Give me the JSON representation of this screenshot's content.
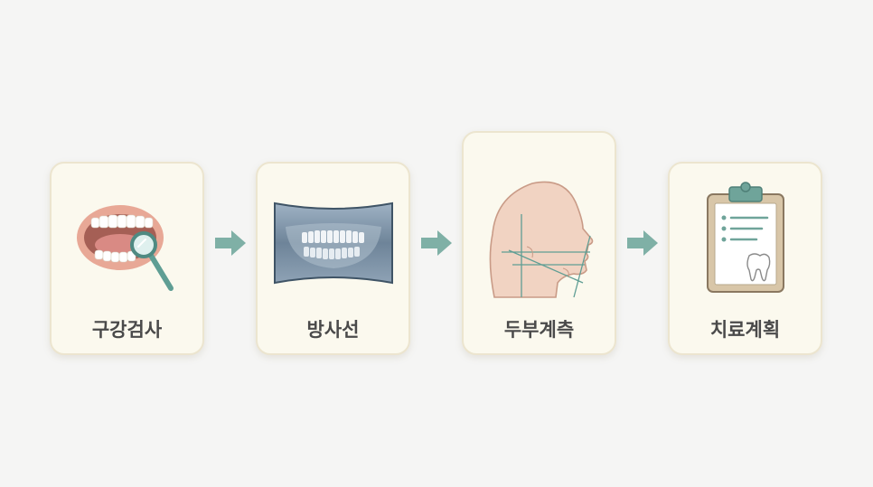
{
  "steps": [
    {
      "label": "구강검사",
      "icon": "oral-exam-icon"
    },
    {
      "label": "방사선",
      "icon": "panoramic-xray-icon"
    },
    {
      "label": "두부계측",
      "icon": "cephalometric-head-icon"
    },
    {
      "label": "치료계획",
      "icon": "treatment-plan-clipboard-icon"
    }
  ],
  "colors": {
    "card_bg": "#fbf9ee",
    "card_border": "#ece5cf",
    "arrow": "#7fb0a6",
    "label": "#4a4a4a",
    "background": "#f5f5f4"
  }
}
